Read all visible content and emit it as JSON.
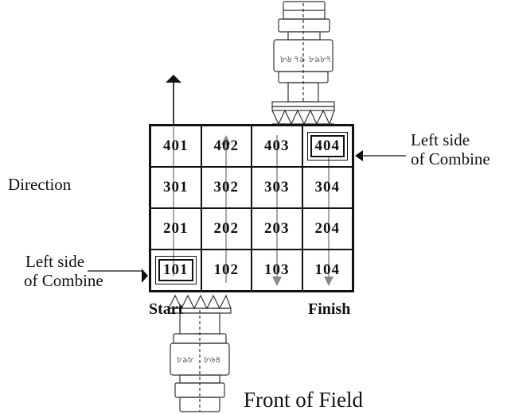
{
  "labels": {
    "direction": "Direction",
    "left_side_top_line1": "Left side",
    "left_side_top_line2": "of Combine",
    "left_side_bottom_line1": "Left side",
    "left_side_bottom_line2": "of Combine",
    "start": "Start",
    "finish": "Finish",
    "front_of_field": "Front of Field"
  },
  "grid": {
    "rows": [
      [
        "401",
        "402",
        "403",
        "404"
      ],
      [
        "301",
        "302",
        "303",
        "304"
      ],
      [
        "201",
        "202",
        "203",
        "204"
      ],
      [
        "101",
        "102",
        "103",
        "104"
      ]
    ],
    "boxed_cells": [
      "404",
      "101"
    ]
  },
  "colors": {
    "line": "#111111",
    "arrow_gray": "#8a8a8a"
  }
}
